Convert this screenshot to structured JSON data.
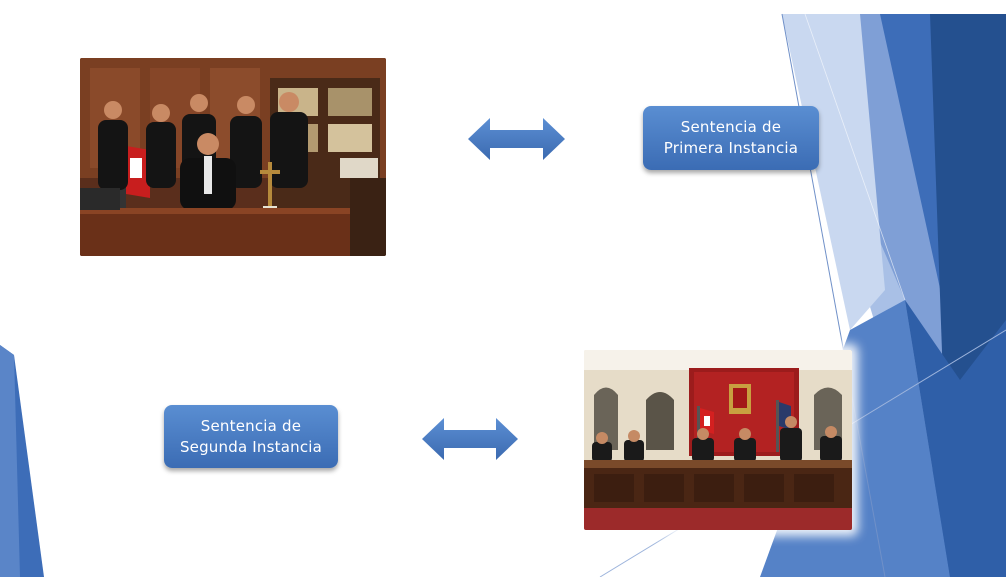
{
  "slide": {
    "theme_colors": {
      "dark_blue": "#1f4e96",
      "mid_blue": "#3a6fb8",
      "light_blue": "#8eaee0",
      "label_blue": "#4a7fc6"
    },
    "items": [
      {
        "photo": "judges-office-photo",
        "label_line1": "Sentencia de",
        "label_line2": "Primera Instancia"
      },
      {
        "photo": "courtroom-tribunal-photo",
        "label_line1": "Sentencia de",
        "label_line2": "Segunda Instancia"
      }
    ],
    "connector_icon": "double-headed-arrow-icon"
  }
}
